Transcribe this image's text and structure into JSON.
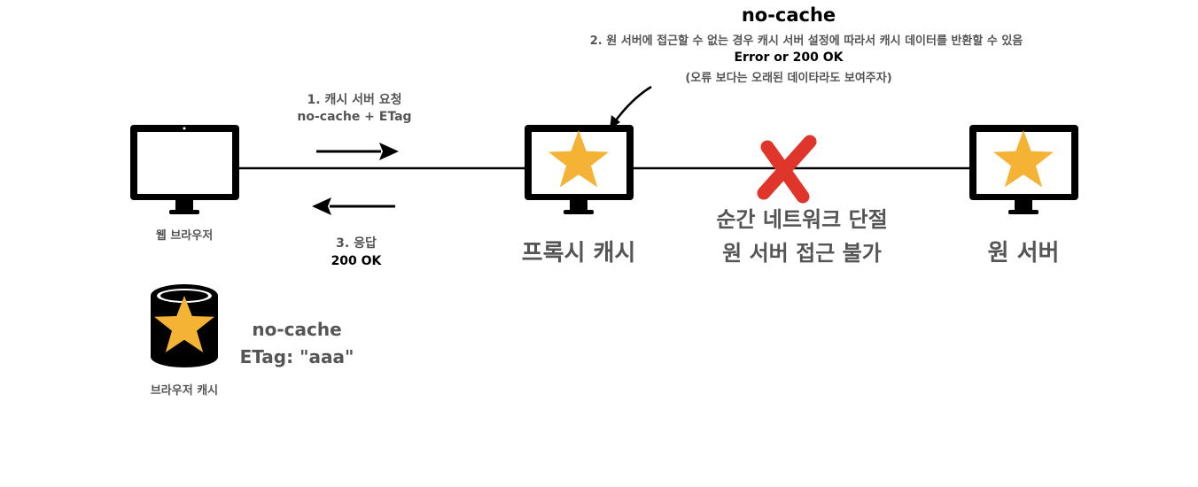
{
  "title": {
    "main": "no-cache",
    "line1": "2. 원 서버에 접근할 수 없는 경우 캐시 서버 설정에 따라서 캐시 데이터를 반환할 수 있음",
    "line2": "Error or 200 OK",
    "line3": "(오류 보다는 오래된 데이타라도 보여주자)"
  },
  "request": {
    "line1": "1. 캐시 서버 요청",
    "line2": "no-cache + ETag"
  },
  "response": {
    "line1": "3. 응답",
    "line2": "200 OK"
  },
  "nodes": {
    "browser": "웹 브라우저",
    "proxy": "프록시 캐시",
    "origin": "원 서버",
    "browser_cache": "브라우저 캐시"
  },
  "disconnect": {
    "line1": "순간 네트워크 단절",
    "line2": "원 서버 접근 불가"
  },
  "cache_info": {
    "line1": "no-cache",
    "line2": "ETag: \"aaa\""
  },
  "colors": {
    "star": "#F5B335",
    "cross": "#E0352B",
    "text_gray": "#555555",
    "ink": "#000000"
  }
}
